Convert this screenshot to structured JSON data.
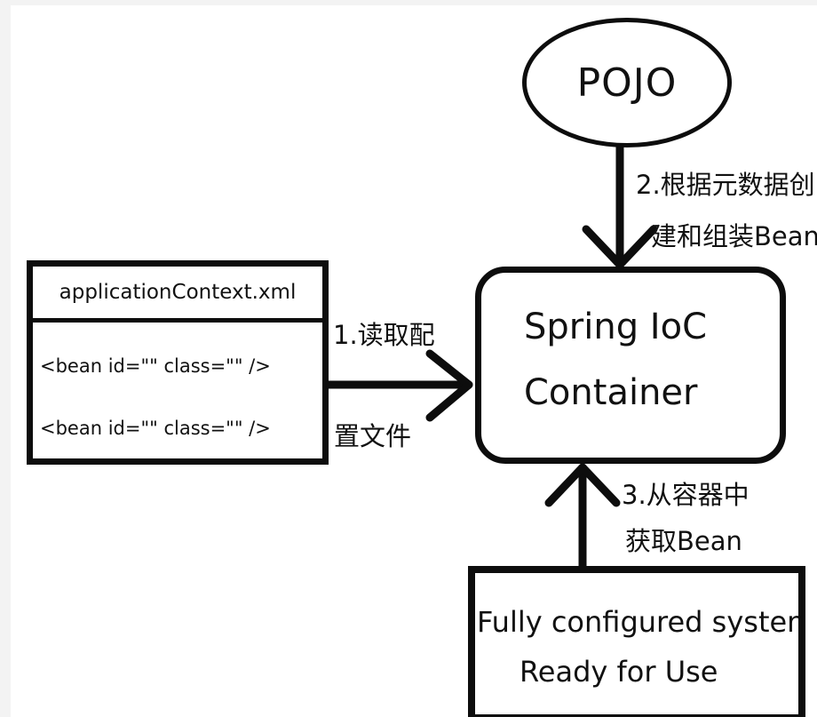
{
  "nodes": {
    "pojo": {
      "label": "POJO"
    },
    "container": {
      "line1": "Spring IoC",
      "line2": "Container"
    },
    "config_file": {
      "title": "applicationContext.xml",
      "bean1": "<bean id=\"\" class=\"\" />",
      "bean2": "<bean id=\"\" class=\"\" />"
    },
    "system": {
      "line1": "Fully configured system",
      "line2": "Ready for Use"
    }
  },
  "edges": {
    "read_config": {
      "line1": "1.读取配",
      "line2": "置文件"
    },
    "create_assemble": {
      "line1": "2.根据元数据创",
      "line2": "建和组装Bean"
    },
    "get_bean": {
      "line1": "3.从容器中",
      "line2": "获取Bean"
    }
  },
  "colors": {
    "stroke": "#0d0d0d",
    "background": "#ffffff"
  }
}
